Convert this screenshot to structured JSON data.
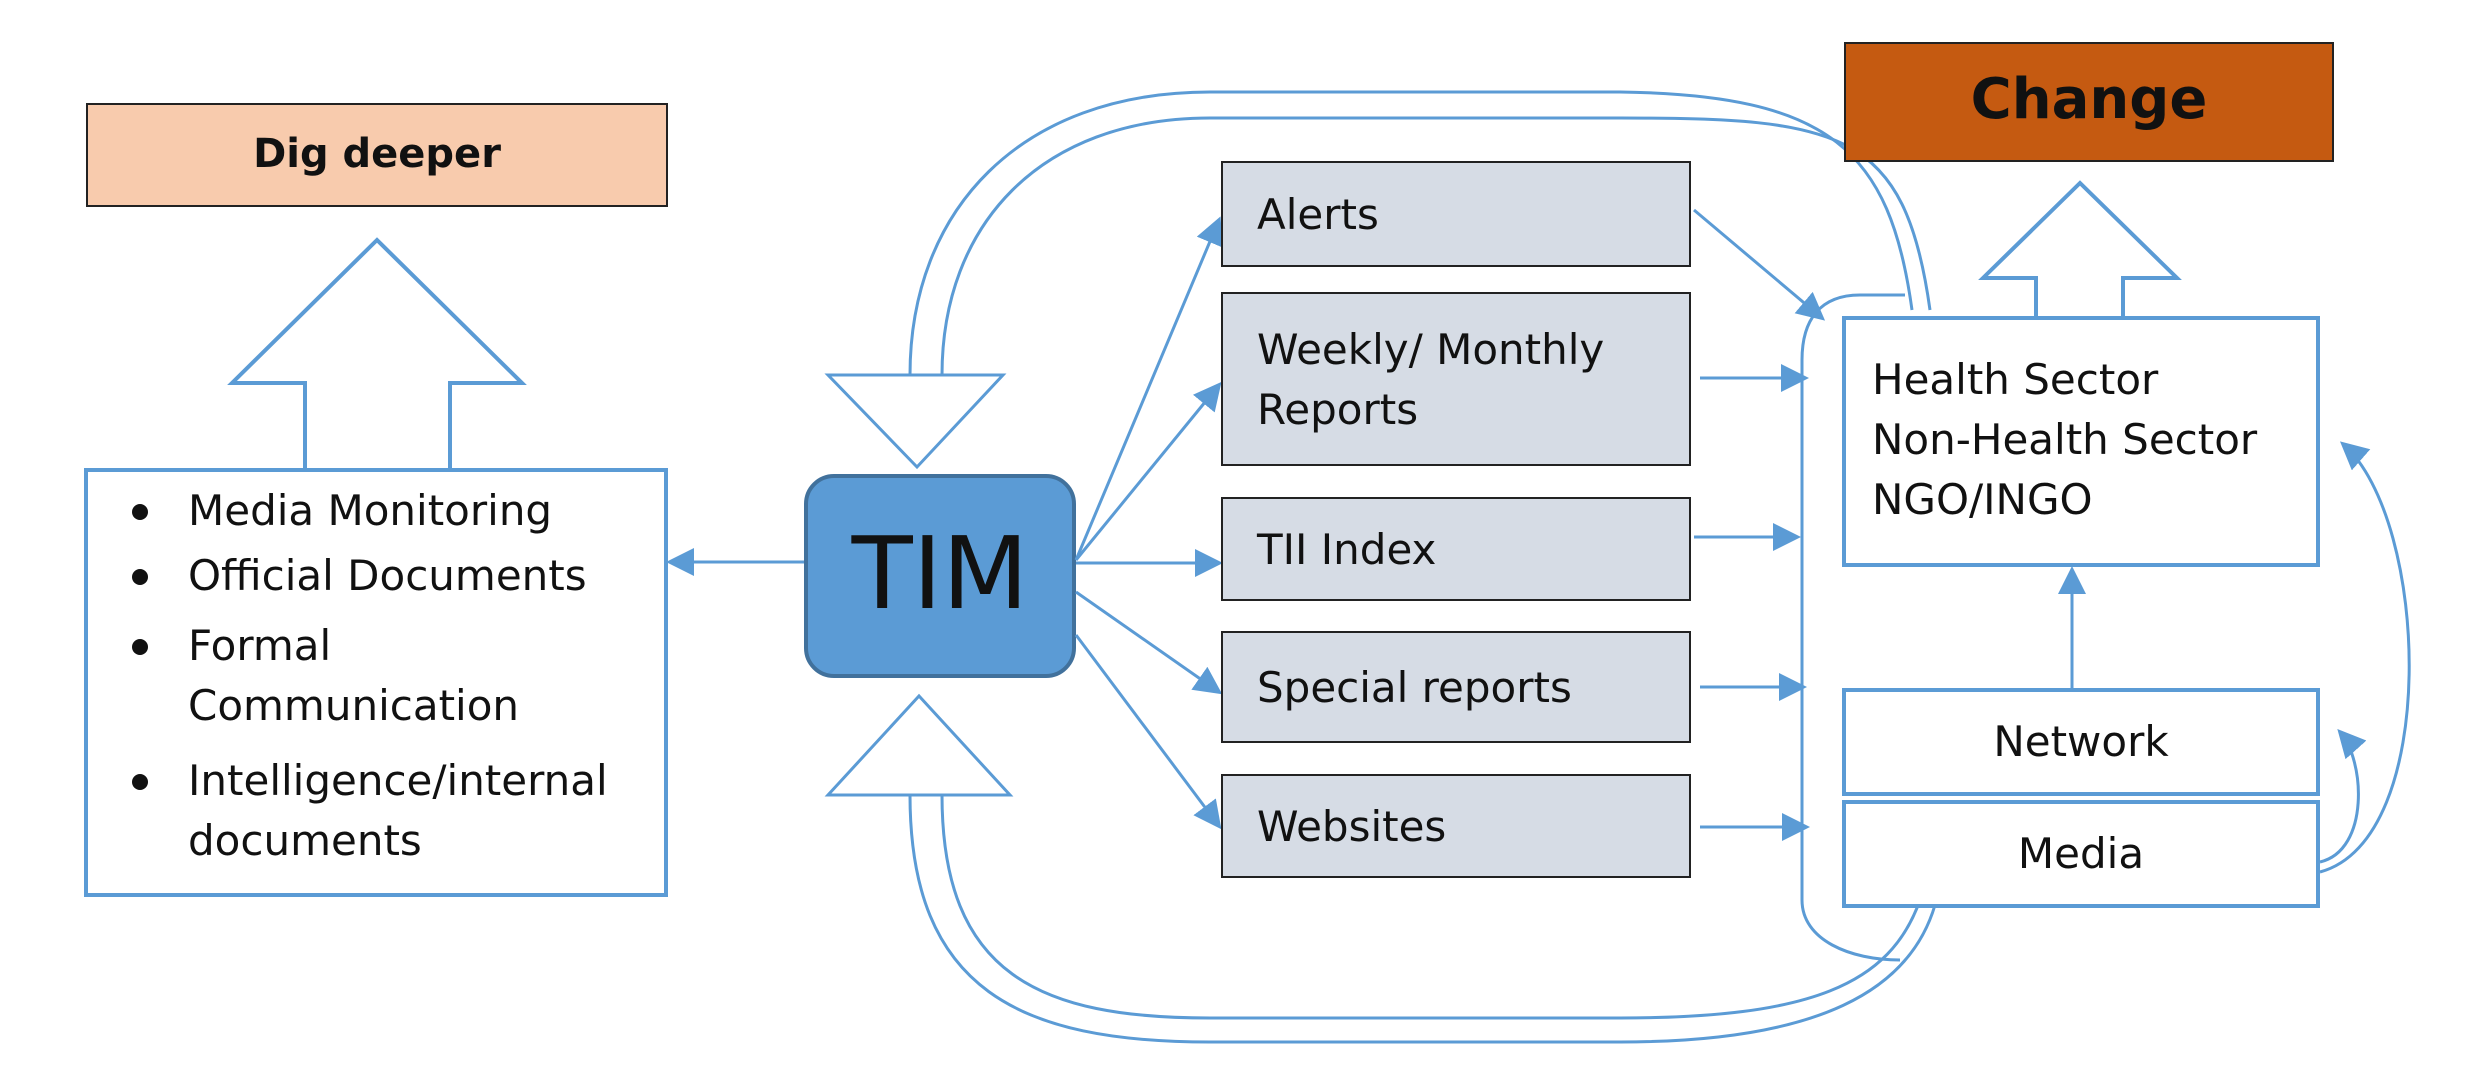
{
  "colors": {
    "line_blue": "#5b9bd5",
    "tim_fill": "#5b9bd5",
    "tim_stroke": "#41719c",
    "output_box_fill": "#d6dce5",
    "dig_deeper_fill": "#f8cbad",
    "change_fill": "#c55a11"
  },
  "dig_deeper": {
    "label": "Dig deeper"
  },
  "change": {
    "label": "Change"
  },
  "tim": {
    "label": "TIM"
  },
  "sources": {
    "items": [
      {
        "lines": [
          "Media Monitoring"
        ]
      },
      {
        "lines": [
          "Official Documents"
        ]
      },
      {
        "lines": [
          "Formal",
          "Communication"
        ]
      },
      {
        "lines": [
          "Intelligence/internal",
          "documents"
        ]
      }
    ]
  },
  "outputs": [
    {
      "lines": [
        "Alerts"
      ]
    },
    {
      "lines": [
        "Weekly/ Monthly",
        "Reports"
      ]
    },
    {
      "lines": [
        "TII Index"
      ]
    },
    {
      "lines": [
        "Special reports"
      ]
    },
    {
      "lines": [
        "Websites"
      ]
    }
  ],
  "audience": {
    "lines": [
      "Health Sector",
      "Non-Health Sector",
      "NGO/INGO"
    ]
  },
  "network": {
    "label": "Network"
  },
  "media": {
    "label": "Media"
  }
}
